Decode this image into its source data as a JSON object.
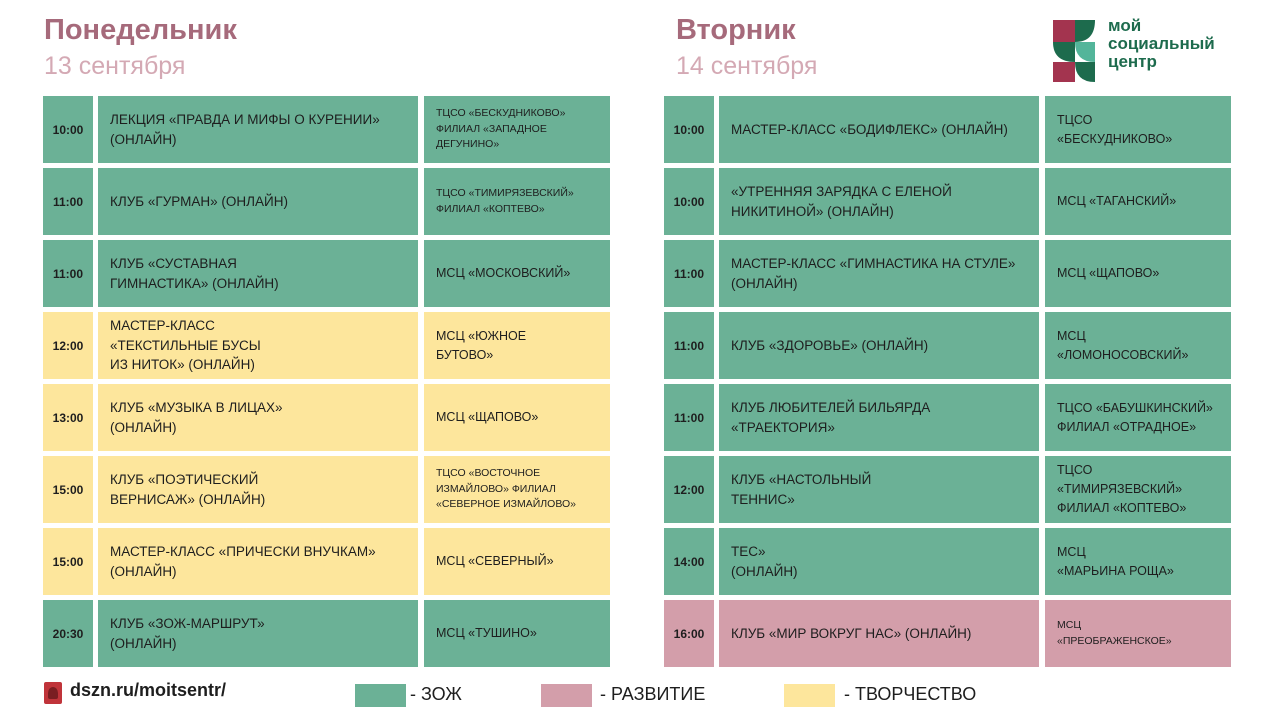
{
  "monday": {
    "title": "Понедельник",
    "date": "13 сентября",
    "rows": [
      {
        "time": "10:00",
        "event": "ЛЕКЦИЯ «ПРАВДА И МИФЫ О КУРЕНИИ»\n(ОНЛАЙН)",
        "place": "ТЦСО «БЕСКУДНИКОВО»\nФИЛИАЛ «ЗАПАДНОЕ\n ДЕГУНИНО»",
        "category": "zoj",
        "place_small": true
      },
      {
        "time": "11:00",
        "event": "КЛУБ «ГУРМАН»  (ОНЛАЙН)",
        "place": "ТЦСО «ТИМИРЯЗЕВСКИЙ»\n ФИЛИАЛ  «КОПТЕВО»",
        "category": "zoj",
        "place_small": true
      },
      {
        "time": "11:00",
        "event": "КЛУБ «СУСТАВНАЯ\nГИМНАСТИКА» (ОНЛАЙН)",
        "place": "МСЦ «МОСКОВСКИЙ»",
        "category": "zoj",
        "place_small": false
      },
      {
        "time": "12:00",
        "event": "МАСТЕР-КЛАСС\n«ТЕКСТИЛЬНЫЕ БУСЫ\nИЗ НИТОК» (ОНЛАЙН)",
        "place": "МСЦ «ЮЖНОЕ\nБУТОВО»",
        "category": "tvor",
        "place_small": false
      },
      {
        "time": "13:00",
        "event": "КЛУБ «МУЗЫКА  В ЛИЦАХ»\n (ОНЛАЙН)",
        "place": "МСЦ «ЩАПОВО»",
        "category": "tvor",
        "place_small": false
      },
      {
        "time": "15:00",
        "event": "КЛУБ «ПОЭТИЧЕСКИЙ\nВЕРНИСАЖ» (ОНЛАЙН)",
        "place": "ТЦСО «ВОСТОЧНОЕ\nИЗМАЙЛОВО» ФИЛИАЛ\n«СЕВЕРНОЕ ИЗМАЙЛОВО»",
        "category": "tvor",
        "place_small": true
      },
      {
        "time": "15:00",
        "event": "МАСТЕР-КЛАСС «ПРИЧЕСКИ ВНУЧКАМ»\n(ОНЛАЙН)",
        "place": "МСЦ «СЕВЕРНЫЙ»",
        "category": "tvor",
        "place_small": false
      },
      {
        "time": "20:30",
        "event": "КЛУБ «ЗОЖ-МАРШРУТ»\n(ОНЛАЙН)",
        "place": "МСЦ «ТУШИНО»",
        "category": "zoj",
        "place_small": false
      }
    ]
  },
  "tuesday": {
    "title": "Вторник",
    "date": "14 сентября",
    "rows": [
      {
        "time": "10:00",
        "event": "МАСТЕР-КЛАСС «БОДИФЛЕКС» (ОНЛАЙН)",
        "place": "ТЦСО\n«БЕСКУДНИКОВО»",
        "category": "zoj",
        "place_small": false
      },
      {
        "time": "10:00",
        "event": "«УТРЕННЯЯ ЗАРЯДКА С ЕЛЕНОЙ\nНИКИТИНОЙ» (ОНЛАЙН)",
        "place": "МСЦ «ТАГАНСКИЙ»",
        "category": "zoj",
        "place_small": false
      },
      {
        "time": "11:00",
        "event": "МАСТЕР-КЛАСС «ГИМНАСТИКА НА СТУЛЕ»\n(ОНЛАЙН)",
        "place": "МСЦ «ЩАПОВО»",
        "category": "zoj",
        "place_small": false
      },
      {
        "time": "11:00",
        "event": "КЛУБ «ЗДОРОВЬЕ» (ОНЛАЙН)",
        "place": "МСЦ\n«ЛОМОНОСОВСКИЙ»",
        "category": "zoj",
        "place_small": false
      },
      {
        "time": "11:00",
        "event": "КЛУБ ЛЮБИТЕЛЕЙ БИЛЬЯРДА\n«ТРАЕКТОРИЯ»",
        "place": "ТЦСО «БАБУШКИНСКИЙ»\nФИЛИАЛ «ОТРАДНОЕ»",
        "category": "zoj",
        "place_small": false
      },
      {
        "time": "12:00",
        "event": "КЛУБ «НАСТОЛЬНЫЙ\nТЕННИС»",
        "place": "ТЦСО «ТИМИРЯЗЕВСКИЙ»\n ФИЛИАЛ «КОПТЕВО»",
        "category": "zoj",
        "place_small": false
      },
      {
        "time": "14:00",
        "event": "ТЕС»\n(ОНЛАЙН)",
        "place": "МСЦ\n«МАРЬИНА  РОЩА»",
        "category": "zoj",
        "place_small": false
      },
      {
        "time": "16:00",
        "event": "КЛУБ «МИР ВОКРУГ НАС» (ОНЛАЙН)",
        "place": "МСЦ\n«ПРЕОБРАЖЕНСКОЕ»",
        "category": "razv",
        "place_small": true
      }
    ]
  },
  "logo": {
    "text": "мой\nсоциальный\nцентр",
    "icon": "moi-socialny-centr-logo-icon"
  },
  "footer": {
    "url": "dszn.ru/moitsentr/",
    "icon": "moscow-coat-of-arms-icon"
  },
  "legend": [
    {
      "label": "- ЗОЖ",
      "color": "#6bb196"
    },
    {
      "label": "- РАЗВИТИЕ",
      "color": "#d39eaa"
    },
    {
      "label": "- ТВОРЧЕСТВО",
      "color": "#fde69c"
    }
  ],
  "colors": {
    "zoj": "#6bb196",
    "razv": "#d39eaa",
    "tvor": "#fde69c",
    "title": "#a66a7b",
    "date": "#d4a9b4"
  }
}
